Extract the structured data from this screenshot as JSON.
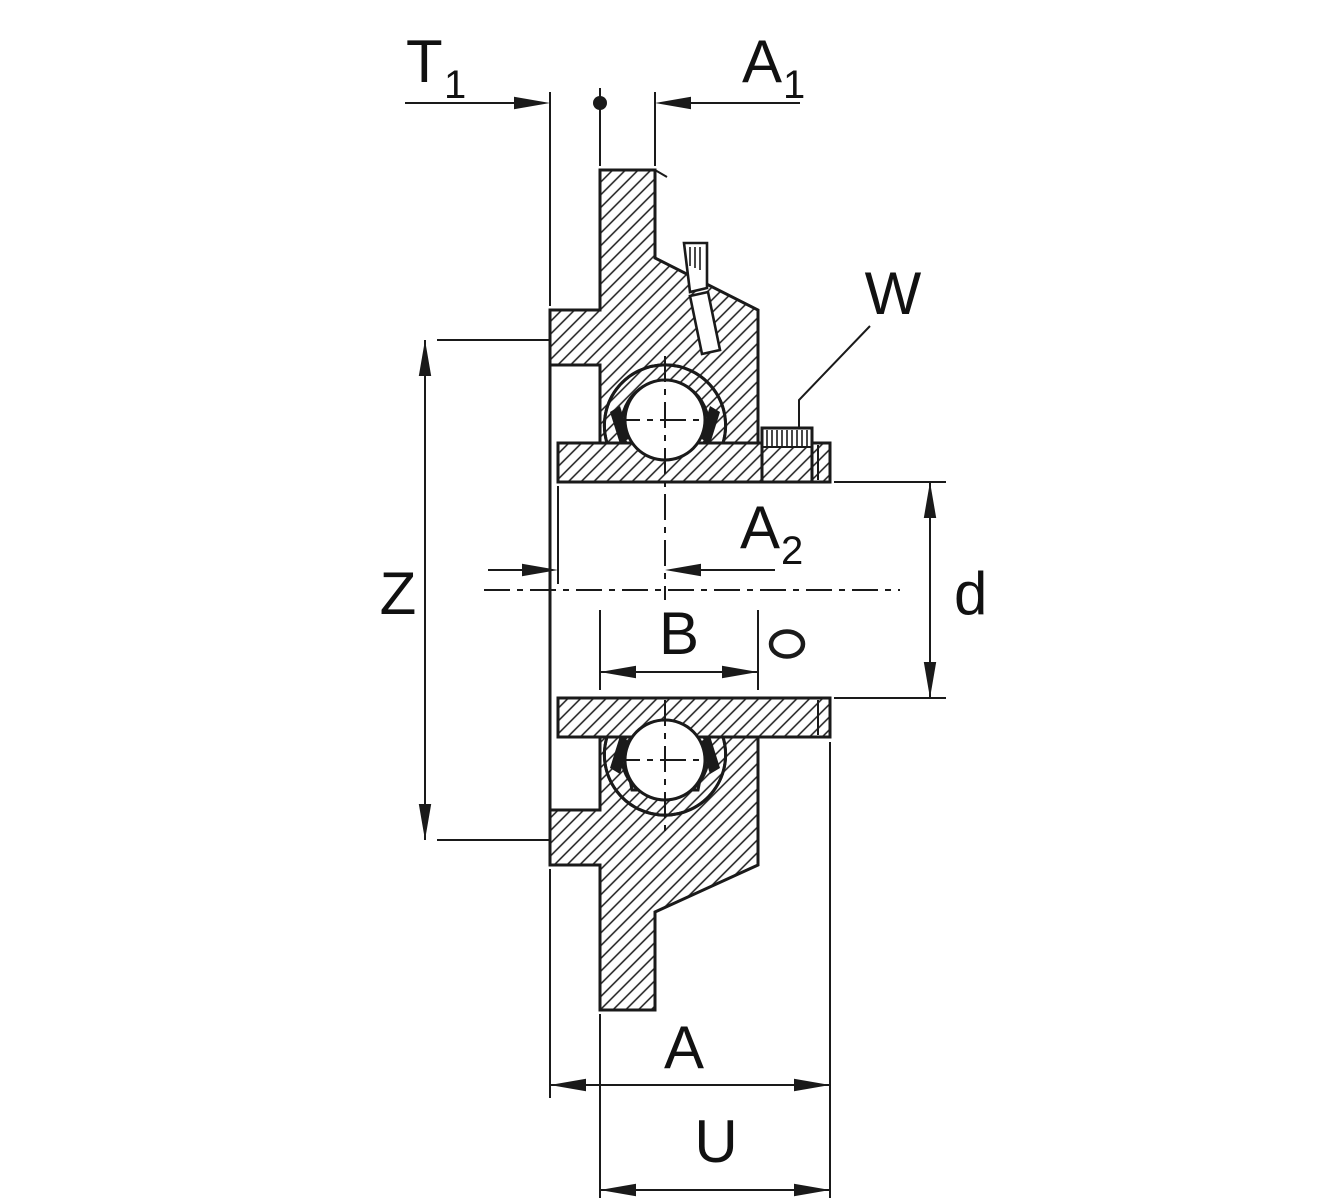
{
  "drawing": {
    "title": "flanged-bearing-housing-unit-cross-section",
    "colors": {
      "line": "#1a1a1a",
      "background": "#ffffff"
    },
    "dimension_labels": {
      "t1": {
        "base": "T",
        "subscript": "1"
      },
      "a1": {
        "base": "A",
        "subscript": "1"
      },
      "w": {
        "base": "W"
      },
      "a2": {
        "base": "A",
        "subscript": "2"
      },
      "d": {
        "base": "d"
      },
      "z": {
        "base": "Z"
      },
      "b": {
        "base": "B"
      },
      "a": {
        "base": "A"
      },
      "u": {
        "base": "U"
      }
    }
  }
}
